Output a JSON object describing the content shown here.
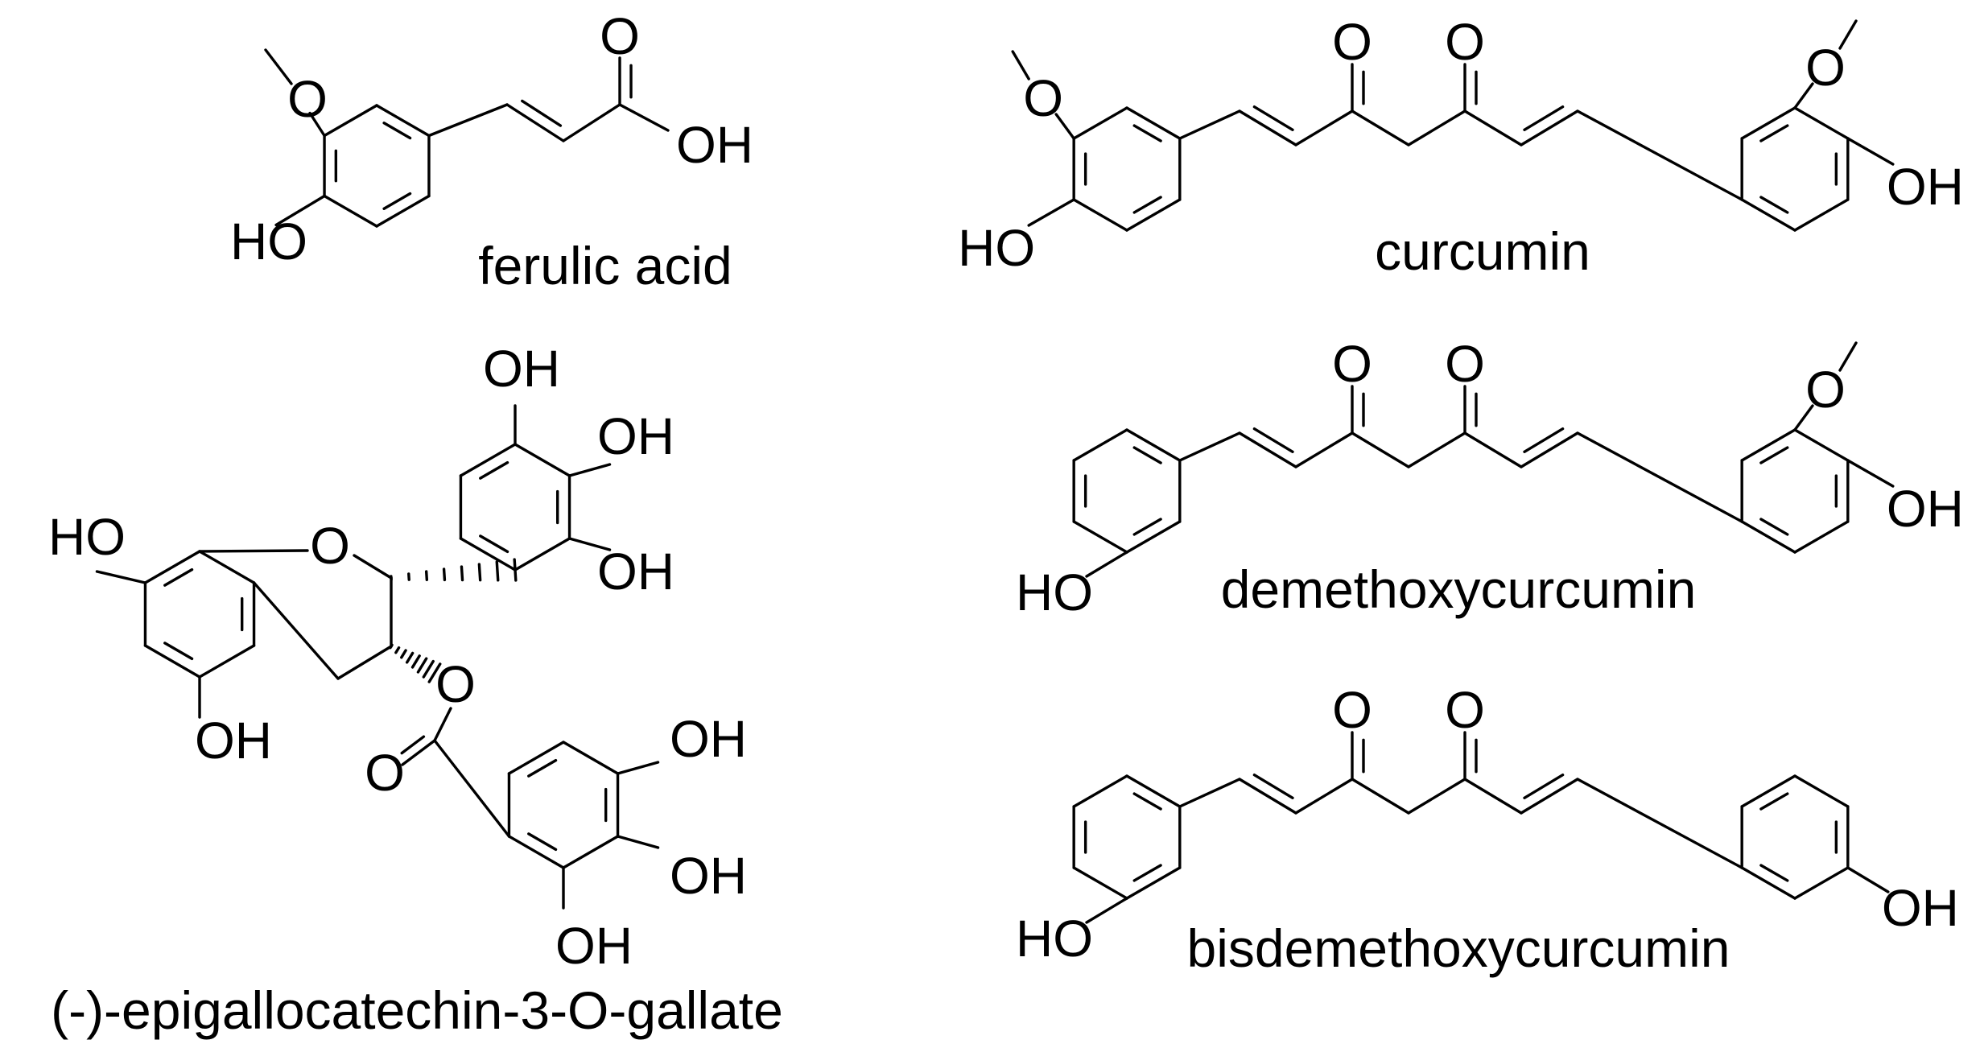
{
  "molecules": [
    {
      "key": "ferulic",
      "name": "ferulic acid",
      "labels": [
        "O",
        "OH",
        "HO"
      ]
    },
    {
      "key": "egcg",
      "name": "(-)-epigallocatechin-3-O-gallate",
      "labels": [
        "HO",
        "O",
        "OH",
        "OH",
        "OH",
        "OH",
        "O",
        "O",
        "OH",
        "OH",
        "OH"
      ]
    },
    {
      "key": "curcumin",
      "name": "curcumin",
      "labels": [
        "O",
        "O",
        "HO",
        "OH"
      ]
    },
    {
      "key": "demethoxy",
      "name": "demethoxycurcumin",
      "labels": [
        "O",
        "O",
        "HO",
        "OH"
      ]
    },
    {
      "key": "bisdemethoxy",
      "name": "bisdemethoxycurcumin",
      "labels": [
        "O",
        "O",
        "HO",
        "OH"
      ]
    }
  ]
}
